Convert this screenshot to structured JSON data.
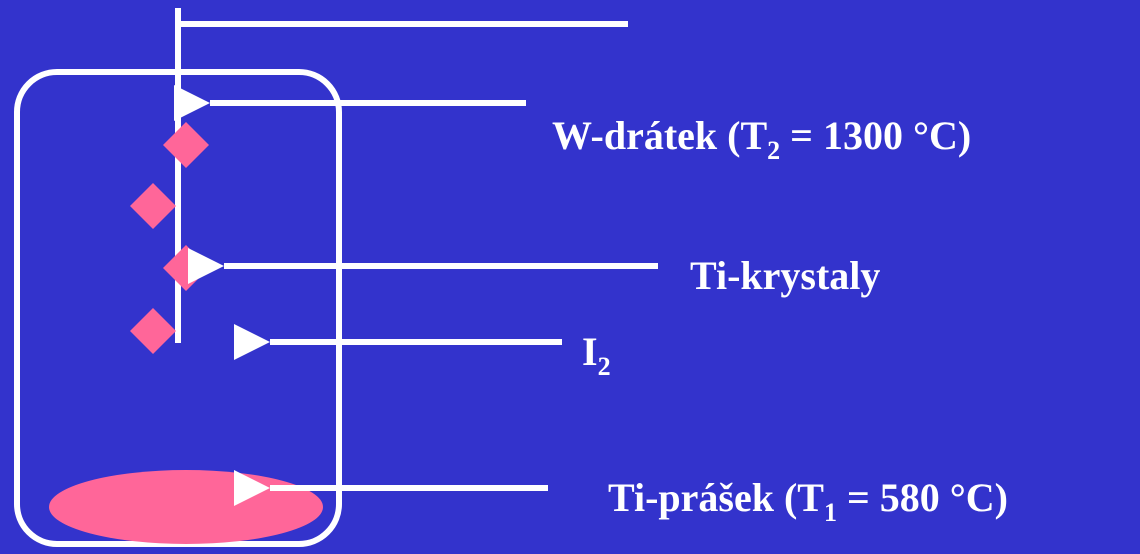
{
  "colors": {
    "background": "#3333cc",
    "lines": "#ffffff",
    "crystals": "#ff6699",
    "powder": "#ff6699"
  },
  "labels": {
    "wire": {
      "prefix": "W-drátek (T",
      "sub": "2",
      "suffix": " = 1300 °C)"
    },
    "crystals": {
      "text": "Ti-krystaly"
    },
    "iodine": {
      "prefix": "I",
      "sub": "2"
    },
    "powder": {
      "prefix": "Ti-prášek (T",
      "sub": "1",
      "suffix": " = 580 °C)"
    }
  }
}
